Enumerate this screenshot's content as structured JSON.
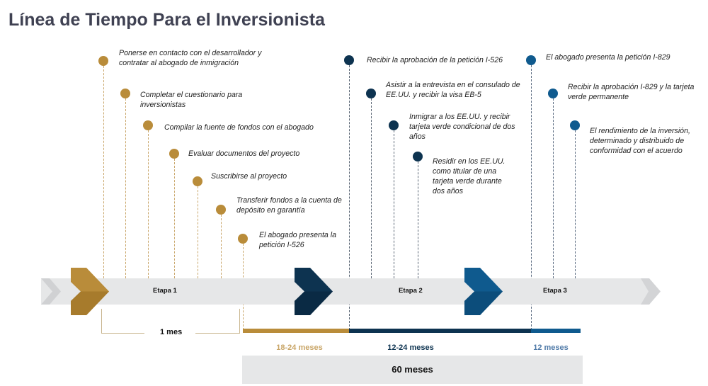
{
  "title": "Línea de Tiempo Para el Inversionista",
  "colors": {
    "gold": "#b98c3a",
    "navy": "#0d3350",
    "blue": "#0f5a8e",
    "band": "#e6e7e8",
    "bracket": "#c9b58e"
  },
  "stages": [
    {
      "label": "Etapa 1",
      "icon": "chevron-right-icon",
      "color": "#b98c3a"
    },
    {
      "label": "Etapa 2",
      "icon": "chevron-right-icon",
      "color": "#0d3350"
    },
    {
      "label": "Etapa 3",
      "icon": "chevron-right-icon",
      "color": "#0f5a8e"
    }
  ],
  "milestones": {
    "stage1": [
      {
        "text": "Ponerse en contacto con el desarrollador y contratar al abogado de inmigración"
      },
      {
        "text": "Completar el cuestionario para inversionistas"
      },
      {
        "text": "Compilar la fuente de fondos con el abogado"
      },
      {
        "text": "Evaluar documentos del proyecto"
      },
      {
        "text": "Suscribirse al proyecto"
      },
      {
        "text": "Transferir fondos a la cuenta de depósito en garantía"
      },
      {
        "text": "El abogado presenta la petición I-526"
      }
    ],
    "stage2": [
      {
        "text": "Recibir la aprobación de la petición I-526"
      },
      {
        "text": "Asistir a la entrevista en el consulado de EE.UU. y recibir la visa EB-5"
      },
      {
        "text": "Inmigrar a los EE.UU. y recibir tarjeta verde condicional de dos años"
      },
      {
        "text": "Residir en los EE.UU. como titular de una tarjeta verde durante dos años"
      }
    ],
    "stage3": [
      {
        "text": "El abogado presenta la petición I-829"
      },
      {
        "text": "Recibir la aprobación I-829 y la tarjeta verde permanente"
      },
      {
        "text": "El rendimiento de la inversión, determinado y distribuido de conformidad con el acuerdo"
      }
    ]
  },
  "durations": {
    "stage1_bracket": "1 mes",
    "phase_gold": "18-24 meses",
    "phase_navy": "12-24 meses",
    "phase_blue": "12 meses",
    "total": "60 meses"
  }
}
